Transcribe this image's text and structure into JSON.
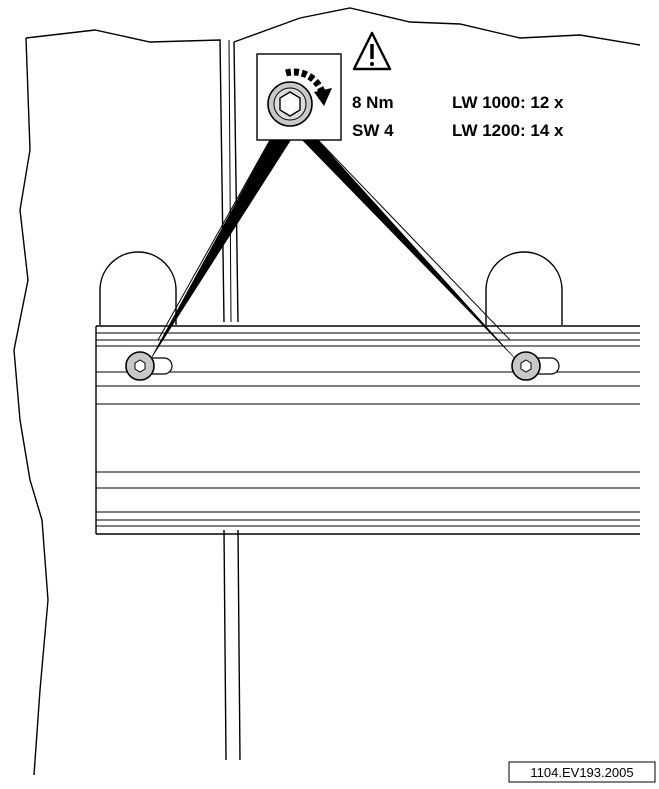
{
  "callout": {
    "torque": "8 Nm",
    "wrench_size": "SW 4",
    "quantity_lines": [
      "LW 1000: 12 x",
      "LW 1200: 14 x"
    ]
  },
  "figure_code": "1104.EV193.2005",
  "icons": {
    "warning": "warning-triangle-icon",
    "tighten": "hex-socket-screw-clockwise-icon",
    "screw": "hex-socket-screw-icon"
  },
  "colors": {
    "line": "#000000",
    "screw_fill": "#c8c8c8",
    "background": "#ffffff"
  }
}
